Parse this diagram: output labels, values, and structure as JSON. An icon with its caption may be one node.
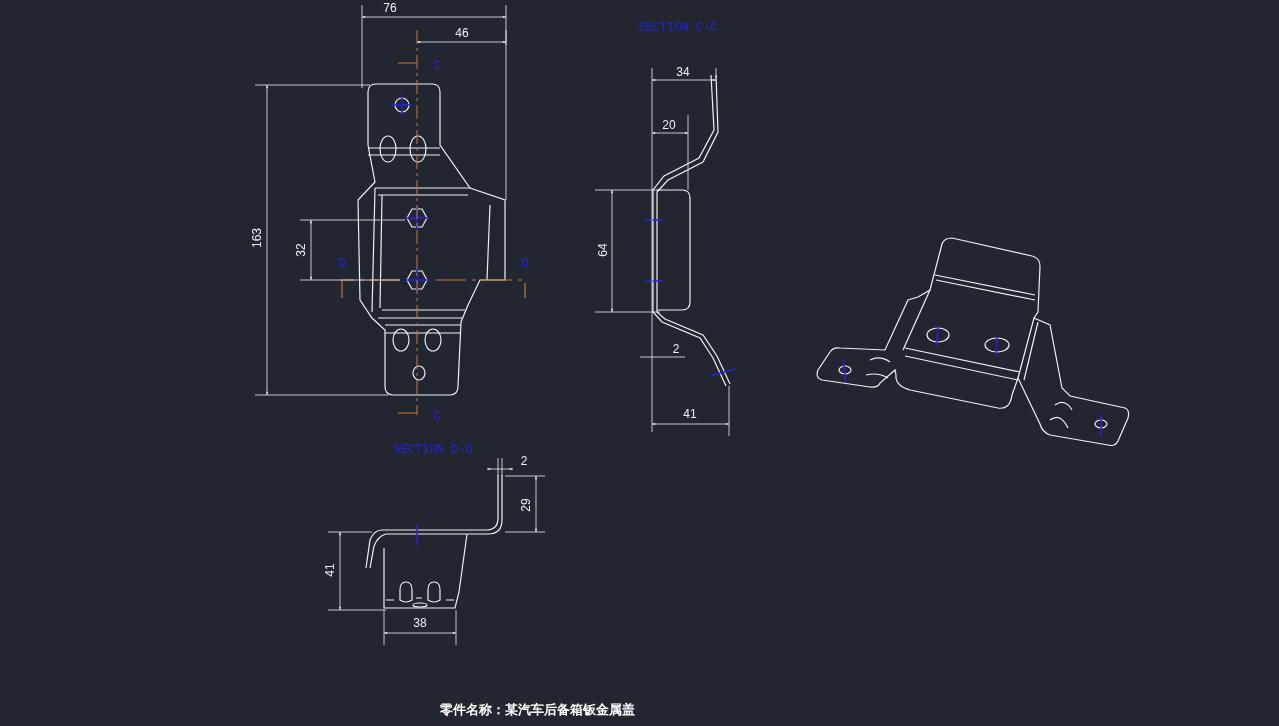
{
  "diagram": {
    "labels": [
      "76",
      "46",
      "SECTION C-C",
      "C",
      "34",
      "20",
      "163",
      "32",
      "64",
      "D",
      "D",
      "2",
      "C",
      "41",
      "SECTION D-D",
      "2",
      "29",
      "41",
      "38",
      "零件名称：某汽车后备箱钣金属盖"
    ]
  }
}
